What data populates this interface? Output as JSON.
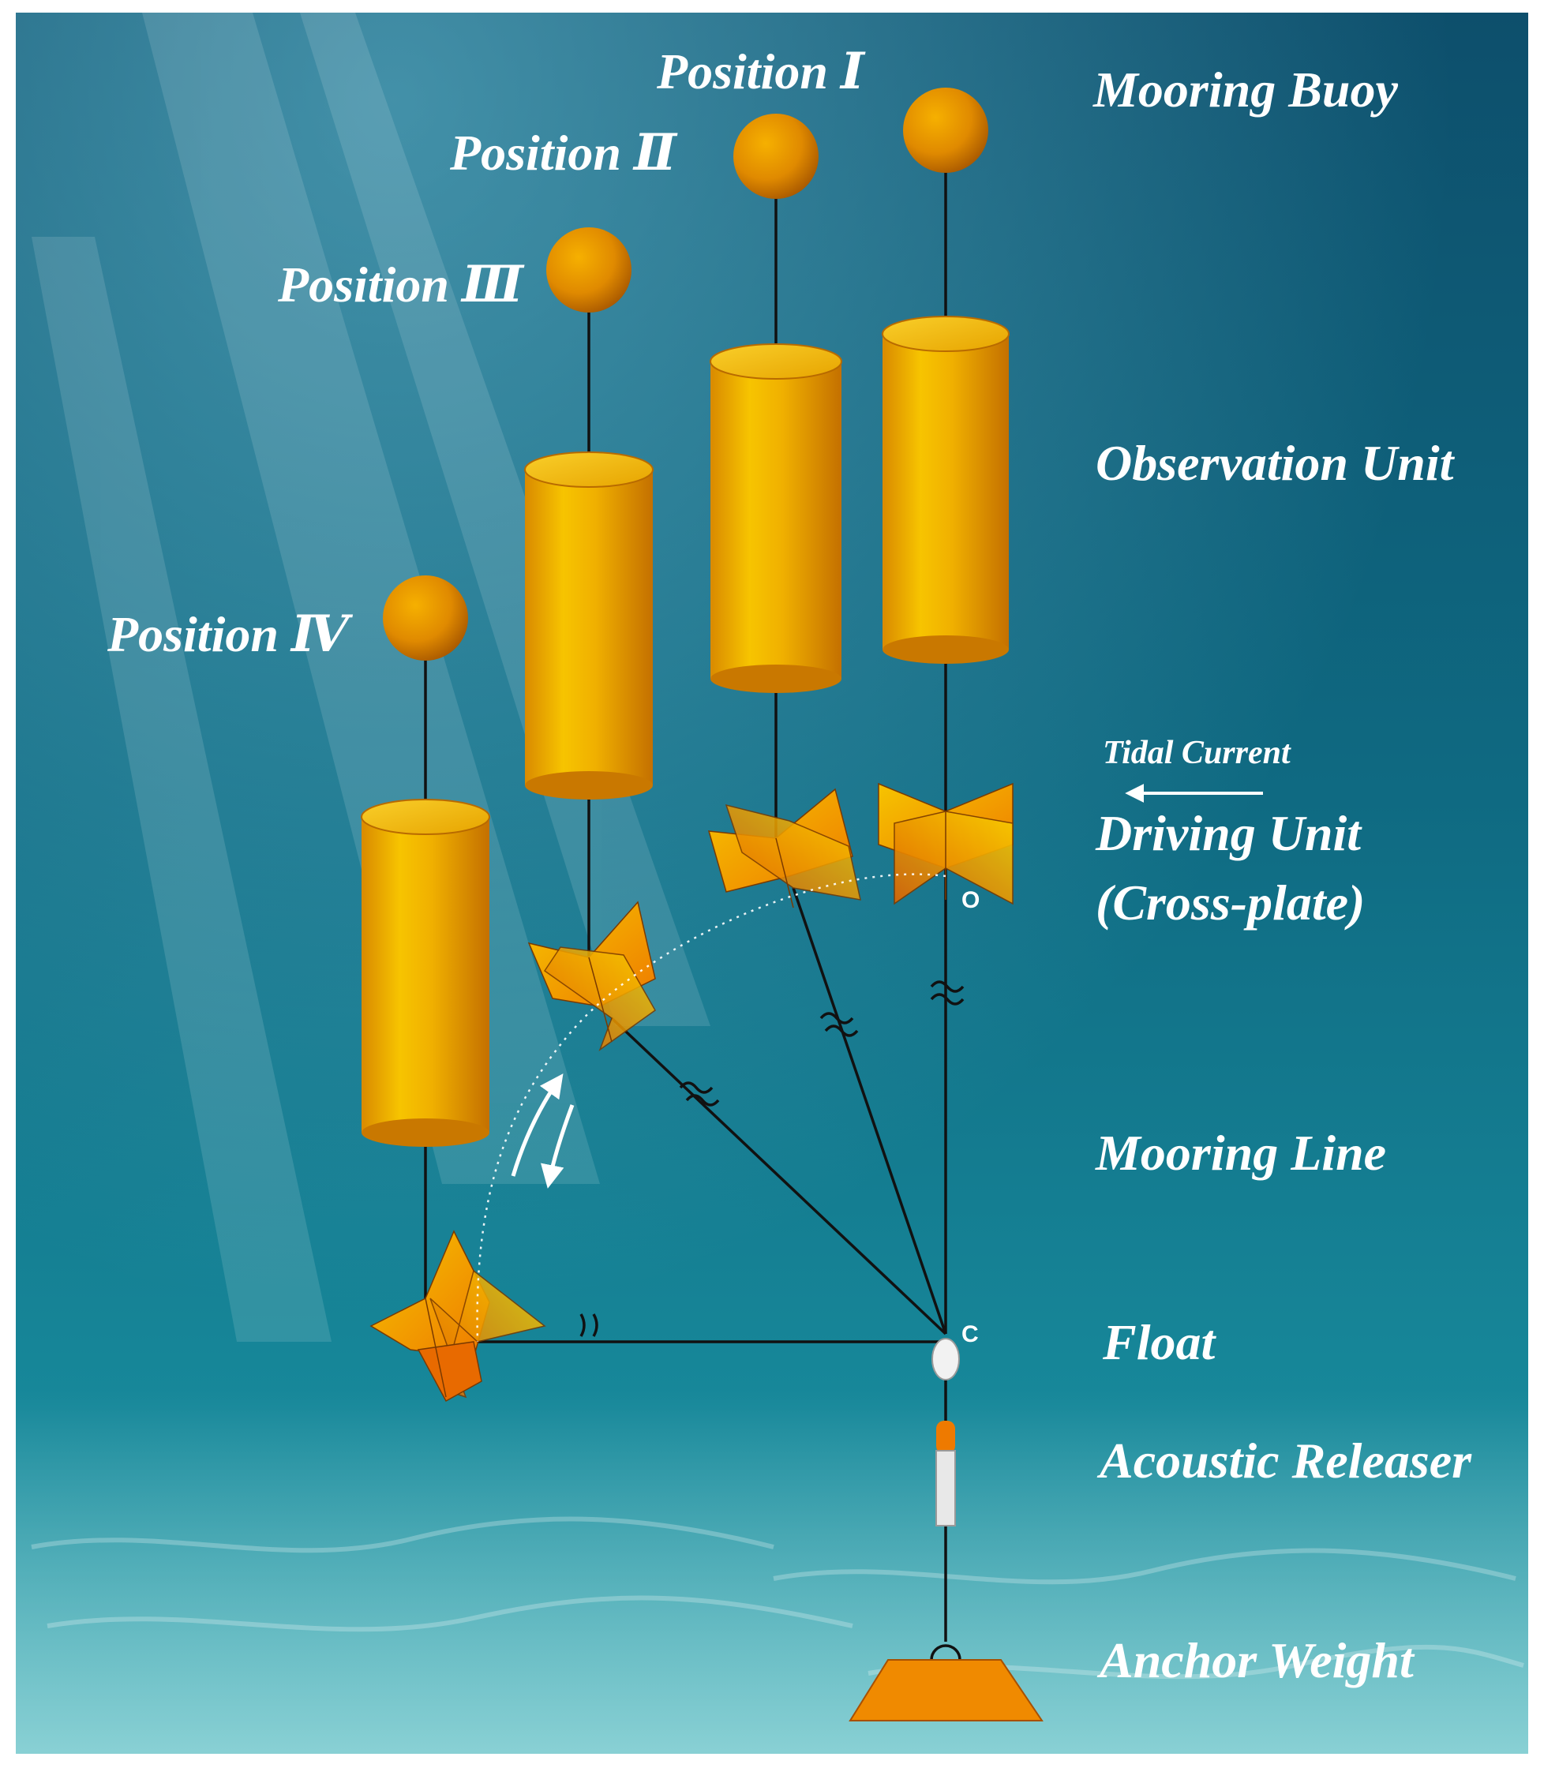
{
  "positions": {
    "p1": "Position Ⅰ",
    "p2": "Position Ⅱ",
    "p3": "Position Ⅲ",
    "p4": "Position Ⅳ"
  },
  "components": {
    "mooring_buoy": "Mooring Buoy",
    "observation_unit": "Observation Unit",
    "tidal_current": "Tidal Current",
    "driving_unit": "Driving Unit",
    "cross_plate": "(Cross-plate)",
    "mooring_line": "Mooring Line",
    "float": "Float",
    "acoustic_releaser": "Acoustic Releaser",
    "anchor_weight": "Anchor Weight"
  },
  "points": {
    "o": "O",
    "c": "C"
  },
  "colors": {
    "water_top": "#0c4a66",
    "water_mid": "#0f6f86",
    "water_bottom": "#2aa3b0",
    "orange_dark": "#d46400",
    "orange_light": "#f6b800",
    "line": "#111111",
    "text": "#ffffff"
  }
}
